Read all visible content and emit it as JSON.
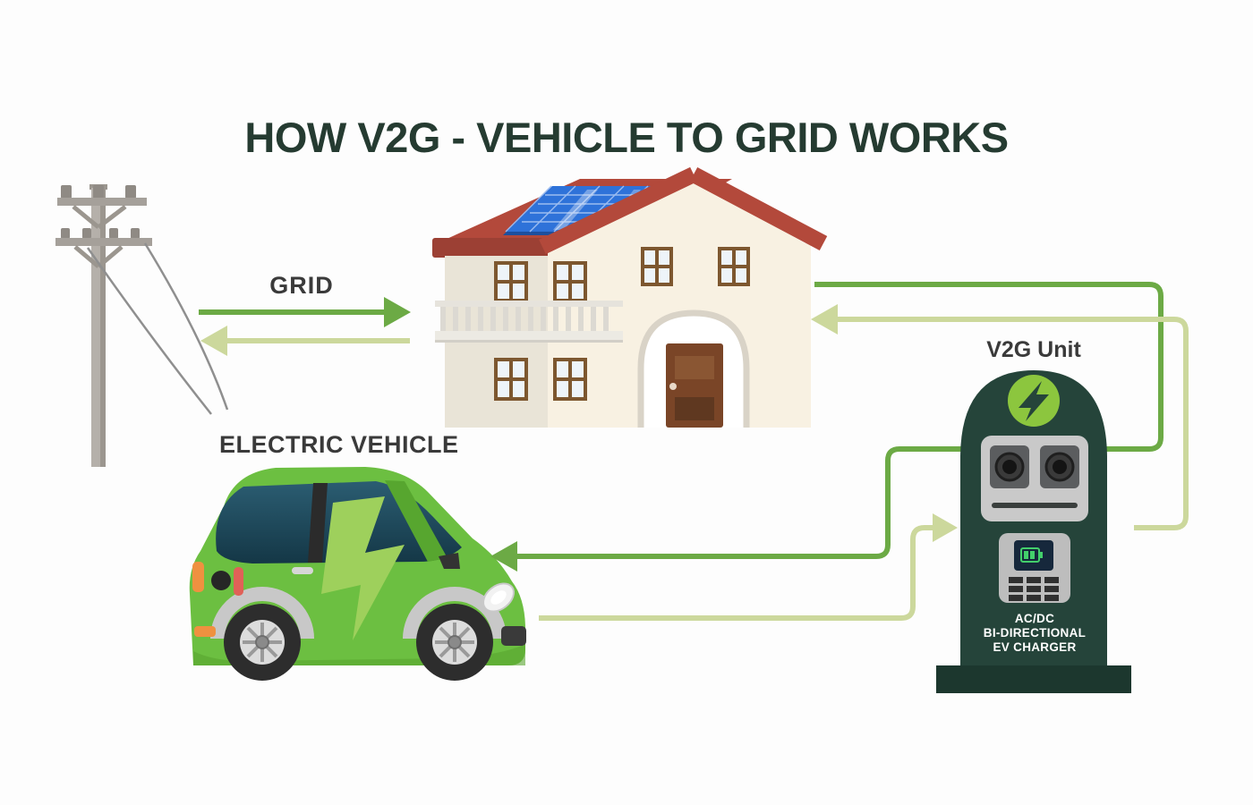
{
  "title": "HOW V2G - VEHICLE TO GRID WORKS",
  "labels": {
    "grid": "GRID",
    "electric_vehicle": "ELECTRIC VEHICLE",
    "v2g_unit": "V2G Unit"
  },
  "charger": {
    "line1": "AC/DC",
    "line2": "BI-DIRECTIONAL",
    "line3": "EV CHARGER"
  },
  "icons": {
    "charger_top_icon": "lightning-bolt-in-circle",
    "car_side_icon": "lightning-bolt",
    "screen_icon": "charging-battery"
  },
  "colors": {
    "title_text": "#253b31",
    "label_text": "#3a3a3a",
    "arrow_dark": "#6caa45",
    "arrow_pale": "#ccd89c",
    "charger_body": "#25443a",
    "charger_base": "#1c372e",
    "charger_accent": "#8cc63e",
    "charger_panel": "#c9c9c9",
    "keypad_panel": "#bdbdbd",
    "car_body": "#6cbf41",
    "car_body_dark": "#57a62f",
    "bolt_green": "#9ed05c",
    "glass_top": "#2b5d72",
    "glass_bottom": "#143746",
    "roof_red": "#b3493b",
    "roof_dark": "#9c4034",
    "wall_cream": "#f8f1e2",
    "wall_gray": "#e9e4d7",
    "solar_blue": "#2e72d9",
    "solar_frame": "#1d4f9e",
    "frame_brown": "#7d572f",
    "door_brown": "#7a4527",
    "pole_gray": "#b5b0aa",
    "pole_shade": "#9b968f",
    "wire_gray": "#8f8f8f",
    "white_text": "#ffffff"
  }
}
